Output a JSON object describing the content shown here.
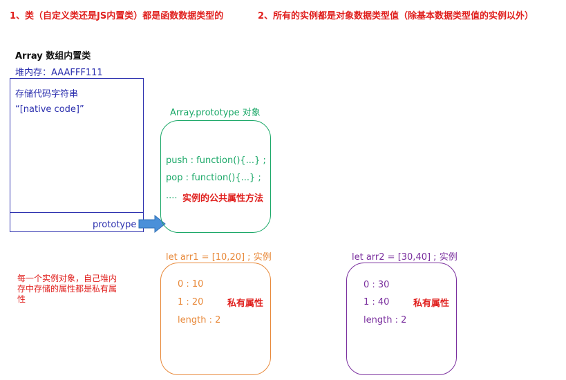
{
  "headings": {
    "point1": "1、类（自定义类还是JS内置类）都是函数数据类型的",
    "point2": "2、所有的实例都是对象数据类型值（除基本数据类型值的实例以外）"
  },
  "array_class": {
    "title": "Array 数组内置类",
    "heap_address": "堆内存：AAAFFF111",
    "code_label": "存储代码字符串",
    "code_value": "“[native code]”",
    "prototype_label": "prototype"
  },
  "prototype_object": {
    "title": "Array.prototype  对象",
    "lines": [
      "push  :  function(){...} ;",
      "pop  :  function(){...} ;"
    ],
    "ellipsis": "....",
    "note": "实例的公共属性方法"
  },
  "instance1": {
    "title": "let arr1 = [10,20] ;  实例",
    "rows": [
      "0  :  10",
      "1  :  20",
      "length  :  2"
    ],
    "note": "私有属性"
  },
  "instance2": {
    "title": "let arr2 = [30,40] ;  实例",
    "rows": [
      "0  :  30",
      "1  :  40",
      "length  :  2"
    ],
    "note": "私有属性"
  },
  "side_note": {
    "lines": [
      "每一个实例对象，自己堆内",
      "存中存储的属性都是私有属",
      "性"
    ]
  },
  "colors": {
    "heading_red": "#e0201e",
    "heap_blue": "#2b2fae",
    "prototype_green": "#1ba868",
    "instance1_orange": "#e8893a",
    "instance2_purple": "#7a2f9e",
    "arrow_blue": "#4a90d9"
  }
}
